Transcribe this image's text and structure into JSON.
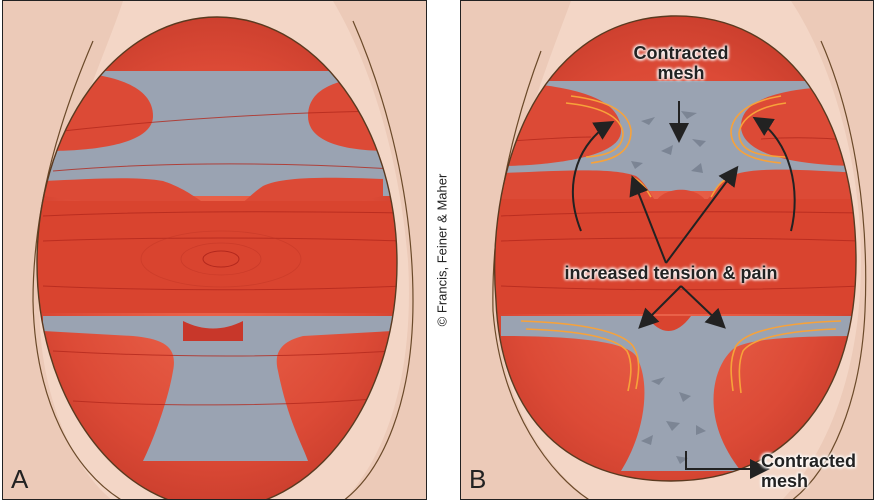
{
  "panels": [
    {
      "letter": "A"
    },
    {
      "letter": "B"
    }
  ],
  "copyright": "© Francis, Feiner & Maher",
  "annotations": {
    "contracted_mesh_top": "Contracted\nmesh",
    "increased_tension": "increased tension & pain",
    "contracted_mesh_bottom": "Contracted\nmesh"
  },
  "colors": {
    "muscle": "#e0513c",
    "muscle_dark": "#c8372a",
    "mesh": "#9aa3b2",
    "skin": "#f2d2c2",
    "inflammation": "#f7a23a"
  }
}
